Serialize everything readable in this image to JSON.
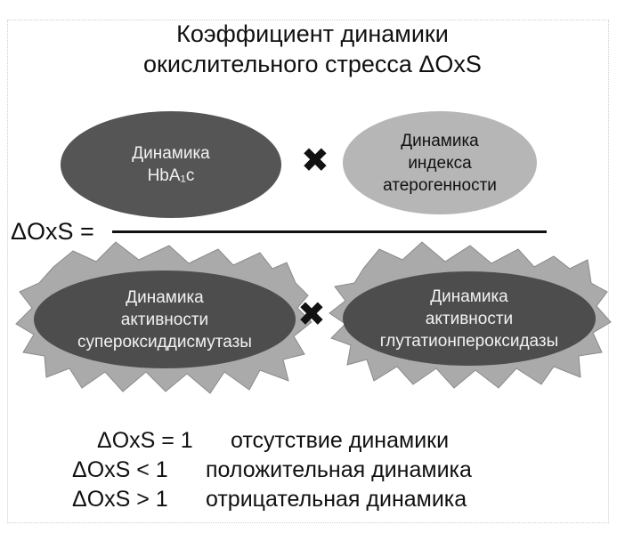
{
  "title": {
    "line1": "Коэффициент динамики",
    "line2": "окислительного стресса ΔOxS"
  },
  "numerator": {
    "left": {
      "line1": "Динамика",
      "line2": "HbA₁c"
    },
    "right": {
      "line1": "Динамика",
      "line2": "индекса",
      "line3": "атерогенности"
    },
    "operator": "✖"
  },
  "formula_label": "ΔOxS =",
  "denominator": {
    "left": {
      "line1": "Динамика",
      "line2": "активности",
      "line3": "супероксиддисмутазы"
    },
    "right": {
      "line1": "Динамика",
      "line2": "активности",
      "line3": "глутатионпероксидазы"
    },
    "operator": "✖"
  },
  "legend": [
    {
      "condition": "ΔOxS = 1",
      "meaning": "отсутствие динамики"
    },
    {
      "condition": "ΔOxS < 1",
      "meaning": "положительная динамика"
    },
    {
      "condition": "ΔOxS > 1",
      "meaning": "отрицательная динамика"
    }
  ],
  "colors": {
    "dark_ellipse": "#4d4d4d",
    "light_ellipse": "#b6b6b6",
    "star_burst": "#aaaaaa"
  }
}
